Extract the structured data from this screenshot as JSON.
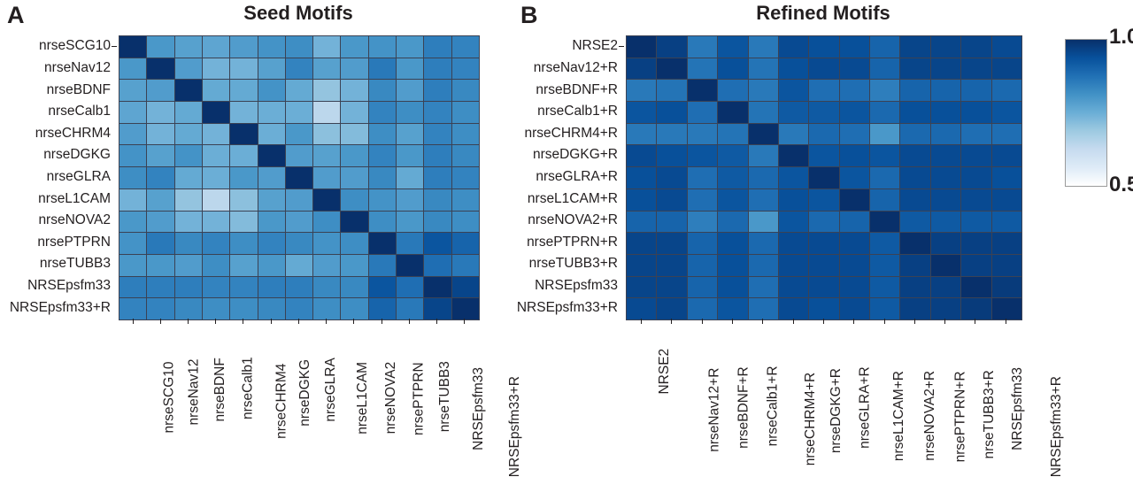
{
  "figure": {
    "background": "#ffffff",
    "accent_dark": "#08306b",
    "accent_mid": "#3b72b8",
    "text_color": "#231f20"
  },
  "panels": [
    {
      "letter": "A",
      "title": "Seed Motifs"
    },
    {
      "letter": "B",
      "title": "Refined Motifs"
    }
  ],
  "colorbar": {
    "max_label": "1.0",
    "min_label": "0.5",
    "vmin": 0.5,
    "vmax": 1.0,
    "low_color": "#ffffff",
    "high_color": "#08306b",
    "orientation": "vertical"
  },
  "chart_data": [
    {
      "type": "heatmap",
      "title": "Seed Motifs",
      "panel": "A",
      "xlabel": "",
      "ylabel": "",
      "grid": true,
      "colorbar_shared": true,
      "vmin": 0.5,
      "vmax": 1.0,
      "categories": [
        "nrseSCG10",
        "nrseNav12",
        "nrseBDNF",
        "nrseCalb1",
        "nrseCHRM4",
        "nrseDGKG",
        "nrseGLRA",
        "nrseL1CAM",
        "nrseNOVA2",
        "nrsePTPRN",
        "nrseTUBB3",
        "NRSEpsfm33",
        "NRSEpsfm33+R"
      ],
      "x_categories": [
        "nrseSCG10",
        "nrseNav12",
        "nrseBDNF",
        "nrseCalb1",
        "nrseCHRM4",
        "nrseDGKG",
        "nrseGLRA",
        "nrseL1CAM",
        "nrseNOVA2",
        "nrsePTPRN",
        "nrseTUBB3",
        "NRSEpsfm33",
        "NRSEpsfm33+R"
      ],
      "values": [
        [
          1.0,
          0.8,
          0.78,
          0.77,
          0.79,
          0.81,
          0.82,
          0.74,
          0.8,
          0.81,
          0.8,
          0.85,
          0.84
        ],
        [
          0.8,
          1.0,
          0.79,
          0.74,
          0.74,
          0.78,
          0.84,
          0.78,
          0.79,
          0.86,
          0.8,
          0.85,
          0.84
        ],
        [
          0.78,
          0.79,
          1.0,
          0.76,
          0.76,
          0.81,
          0.76,
          0.7,
          0.74,
          0.83,
          0.79,
          0.85,
          0.83
        ],
        [
          0.77,
          0.74,
          0.76,
          1.0,
          0.74,
          0.75,
          0.75,
          0.64,
          0.74,
          0.84,
          0.82,
          0.84,
          0.82
        ],
        [
          0.79,
          0.74,
          0.76,
          0.74,
          1.0,
          0.75,
          0.8,
          0.71,
          0.72,
          0.82,
          0.78,
          0.84,
          0.82
        ],
        [
          0.81,
          0.78,
          0.81,
          0.75,
          0.75,
          1.0,
          0.79,
          0.78,
          0.8,
          0.84,
          0.8,
          0.85,
          0.83
        ],
        [
          0.82,
          0.84,
          0.76,
          0.75,
          0.8,
          0.79,
          1.0,
          0.79,
          0.79,
          0.83,
          0.76,
          0.85,
          0.84
        ],
        [
          0.74,
          0.78,
          0.7,
          0.64,
          0.71,
          0.78,
          0.79,
          1.0,
          0.82,
          0.81,
          0.79,
          0.83,
          0.82
        ],
        [
          0.8,
          0.79,
          0.74,
          0.74,
          0.72,
          0.8,
          0.79,
          0.82,
          1.0,
          0.82,
          0.8,
          0.83,
          0.82
        ],
        [
          0.81,
          0.86,
          0.83,
          0.84,
          0.82,
          0.84,
          0.83,
          0.81,
          0.82,
          1.0,
          0.86,
          0.93,
          0.9
        ],
        [
          0.8,
          0.8,
          0.79,
          0.82,
          0.78,
          0.8,
          0.76,
          0.79,
          0.8,
          0.86,
          1.0,
          0.88,
          0.86
        ],
        [
          0.85,
          0.85,
          0.85,
          0.84,
          0.84,
          0.85,
          0.85,
          0.83,
          0.83,
          0.93,
          0.88,
          1.0,
          0.96
        ],
        [
          0.84,
          0.84,
          0.83,
          0.82,
          0.82,
          0.83,
          0.84,
          0.82,
          0.82,
          0.9,
          0.86,
          0.96,
          1.0
        ]
      ]
    },
    {
      "type": "heatmap",
      "title": "Refined Motifs",
      "panel": "B",
      "xlabel": "",
      "ylabel": "",
      "grid": true,
      "colorbar_shared": true,
      "vmin": 0.5,
      "vmax": 1.0,
      "categories": [
        "NRSE2",
        "nrseNav12+R",
        "nrseBDNF+R",
        "nrseCalb1+R",
        "nrseCHRM4+R",
        "nrseDGKG+R",
        "nrseGLRA+R",
        "nrseL1CAM+R",
        "nrseNOVA2+R",
        "nrsePTPRN+R",
        "nrseTUBB3+R",
        "NRSEpsfm33",
        "NRSEpsfm33+R"
      ],
      "x_categories": [
        "NRSE2",
        "nrseNav12+R",
        "nrseBDNF+R",
        "nrseCalb1+R",
        "nrseCHRM4+R",
        "nrseDGKG+R",
        "nrseGLRA+R",
        "nrseL1CAM+R",
        "nrseNOVA2+R",
        "nrsePTPRN+R",
        "nrseTUBB3+R",
        "NRSEpsfm33",
        "NRSEpsfm33+R"
      ],
      "values": [
        [
          1.0,
          0.97,
          0.86,
          0.93,
          0.86,
          0.95,
          0.94,
          0.94,
          0.9,
          0.96,
          0.96,
          0.96,
          0.95
        ],
        [
          0.97,
          1.0,
          0.87,
          0.94,
          0.87,
          0.94,
          0.95,
          0.95,
          0.9,
          0.96,
          0.96,
          0.96,
          0.96
        ],
        [
          0.86,
          0.87,
          1.0,
          0.88,
          0.86,
          0.93,
          0.88,
          0.88,
          0.85,
          0.9,
          0.9,
          0.9,
          0.89
        ],
        [
          0.93,
          0.94,
          0.88,
          1.0,
          0.87,
          0.92,
          0.92,
          0.93,
          0.89,
          0.94,
          0.94,
          0.94,
          0.93
        ],
        [
          0.86,
          0.86,
          0.86,
          0.87,
          1.0,
          0.86,
          0.89,
          0.88,
          0.8,
          0.89,
          0.89,
          0.88,
          0.88
        ],
        [
          0.95,
          0.94,
          0.93,
          0.92,
          0.86,
          1.0,
          0.93,
          0.94,
          0.93,
          0.95,
          0.95,
          0.95,
          0.95
        ],
        [
          0.94,
          0.95,
          0.88,
          0.92,
          0.89,
          0.93,
          1.0,
          0.93,
          0.89,
          0.95,
          0.95,
          0.95,
          0.94
        ],
        [
          0.94,
          0.95,
          0.88,
          0.93,
          0.88,
          0.94,
          0.93,
          1.0,
          0.9,
          0.95,
          0.95,
          0.95,
          0.95
        ],
        [
          0.9,
          0.9,
          0.85,
          0.89,
          0.8,
          0.93,
          0.89,
          0.9,
          1.0,
          0.92,
          0.92,
          0.92,
          0.92
        ],
        [
          0.96,
          0.96,
          0.9,
          0.94,
          0.89,
          0.95,
          0.95,
          0.95,
          0.92,
          1.0,
          0.97,
          0.97,
          0.97
        ],
        [
          0.96,
          0.96,
          0.9,
          0.94,
          0.89,
          0.95,
          0.95,
          0.95,
          0.92,
          0.97,
          1.0,
          0.97,
          0.97
        ],
        [
          0.96,
          0.96,
          0.9,
          0.94,
          0.88,
          0.95,
          0.95,
          0.95,
          0.92,
          0.97,
          0.97,
          1.0,
          0.98
        ],
        [
          0.95,
          0.96,
          0.89,
          0.93,
          0.88,
          0.95,
          0.94,
          0.95,
          0.92,
          0.97,
          0.97,
          0.98,
          1.0
        ]
      ]
    }
  ]
}
